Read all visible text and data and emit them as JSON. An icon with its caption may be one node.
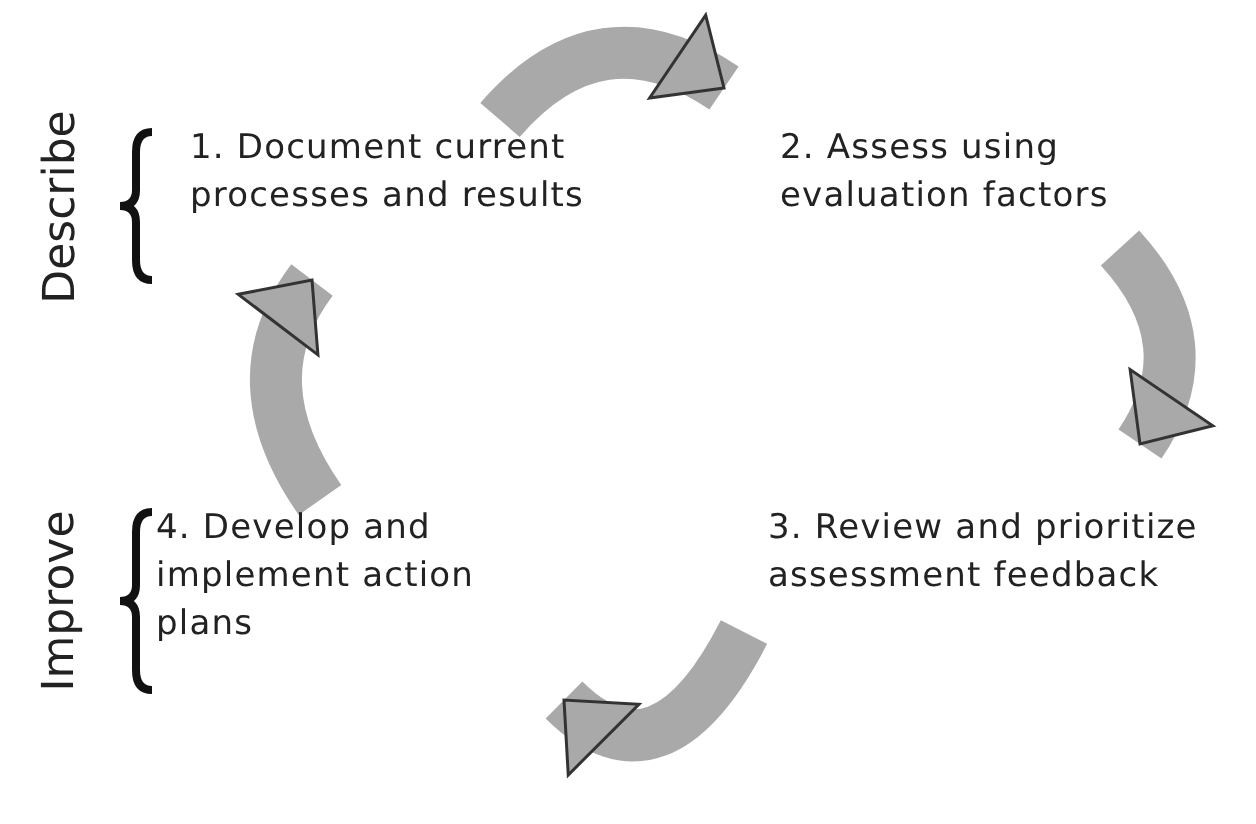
{
  "diagram": {
    "nodes": [
      {
        "text": [
          "1. Document current processes and results"
        ]
      },
      {
        "text": [
          "2. Assess using evaluation factors"
        ]
      },
      {
        "text": [
          "3. Review and prioritize assessment feedback"
        ]
      },
      {
        "text": [
          "4. Develop and implement action plans"
        ]
      }
    ],
    "edges": [
      {
        "from": 0,
        "to": 1,
        "arrow": "to"
      },
      {
        "from": 1,
        "to": 2,
        "arrow": "to"
      },
      {
        "from": 2,
        "to": 3,
        "arrow": "to"
      },
      {
        "from": 3,
        "to": 0,
        "arrow": "to"
      }
    ],
    "labels": [
      "Describe",
      "Improve"
    ]
  }
}
